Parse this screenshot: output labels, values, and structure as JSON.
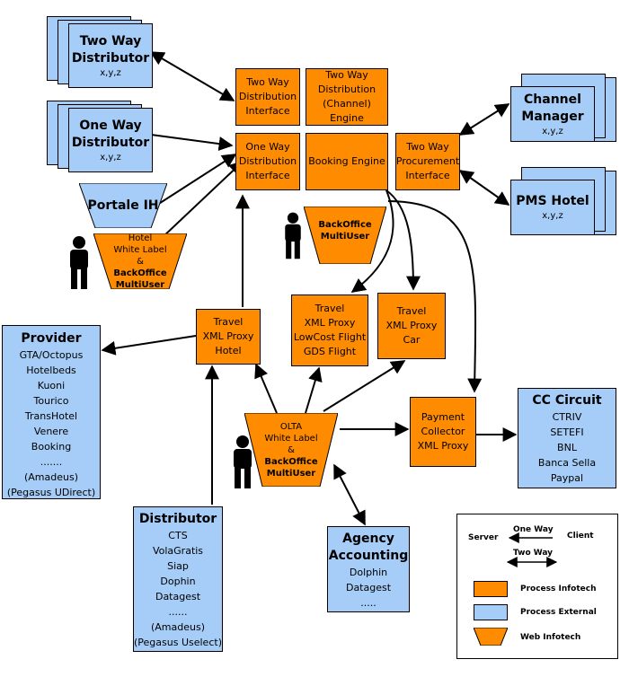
{
  "colors": {
    "process_infotech": "#ff8c00",
    "process_external": "#a6cdf7"
  },
  "two_way_distributor": {
    "title": "Two Way Distributor",
    "sub": "x,y,z"
  },
  "one_way_distributor": {
    "title": "One Way Distributor",
    "sub": "x,y,z"
  },
  "portale_ih": {
    "title": "Portale IH"
  },
  "hotel_wl": {
    "l1": "Hotel",
    "l2": "White Label",
    "l3": "&",
    "l4": "BackOffice",
    "l5": "MultiUser"
  },
  "twd_interface": {
    "l1": "Two Way",
    "l2": "Distribution",
    "l3": "Interface"
  },
  "twd_engine": {
    "l1": "Two Way",
    "l2": "Distribution",
    "l3": "(Channel) Engine"
  },
  "owd_interface": {
    "l1": "One Way",
    "l2": "Distribution",
    "l3": "Interface"
  },
  "booking_engine": {
    "l1": "Booking Engine"
  },
  "twp_interface": {
    "l1": "Two Way",
    "l2": "Procurement",
    "l3": "Interface"
  },
  "channel_manager": {
    "title": "Channel Manager",
    "sub": "x,y,z"
  },
  "pms_hotel": {
    "title": "PMS Hotel",
    "sub": "x,y,z"
  },
  "backoffice_mu": {
    "l1": "BackOffice",
    "l2": "MultiUser"
  },
  "txp_lowcost": {
    "l1": "Travel",
    "l2": "XML Proxy",
    "l3": "LowCost Flight",
    "l4": "GDS Flight"
  },
  "txp_car": {
    "l1": "Travel",
    "l2": "XML Proxy",
    "l3": "Car"
  },
  "txp_hotel": {
    "l1": "Travel",
    "l2": "XML Proxy",
    "l3": "Hotel"
  },
  "provider": {
    "title": "Provider",
    "items": [
      "GTA/Octopus",
      "Hotelbeds",
      "Kuoni",
      "Tourico",
      "TransHotel",
      "Venere",
      "Booking",
      ".......",
      "(Amadeus)",
      "(Pegasus UDirect)"
    ]
  },
  "olta": {
    "l1": "OLTA",
    "l2": "White Label",
    "l3": "&",
    "l4": "BackOffice",
    "l5": "MultiUser"
  },
  "payment": {
    "l1": "Payment",
    "l2": "Collector",
    "l3": "XML Proxy"
  },
  "cc_circuit": {
    "title": "CC Circuit",
    "items": [
      "CTRIV",
      "SETEFI",
      "BNL",
      "Banca Sella",
      "Paypal"
    ]
  },
  "distributor": {
    "title": "Distributor",
    "items": [
      "CTS",
      "VolaGratis",
      "Siap",
      "Dophin",
      "Datagest",
      "......",
      "(Amadeus)",
      "(Pegasus Uselect)"
    ]
  },
  "agency": {
    "title": "Agency Accounting",
    "items": [
      "Dolphin",
      "Datagest",
      "....."
    ]
  },
  "legend": {
    "one_way": "One Way",
    "server": "Server",
    "client": "Client",
    "two_way": "Two Way",
    "process_infotech": "Process Infotech",
    "process_external": "Process External",
    "web_infotech": "Web Infotech"
  }
}
